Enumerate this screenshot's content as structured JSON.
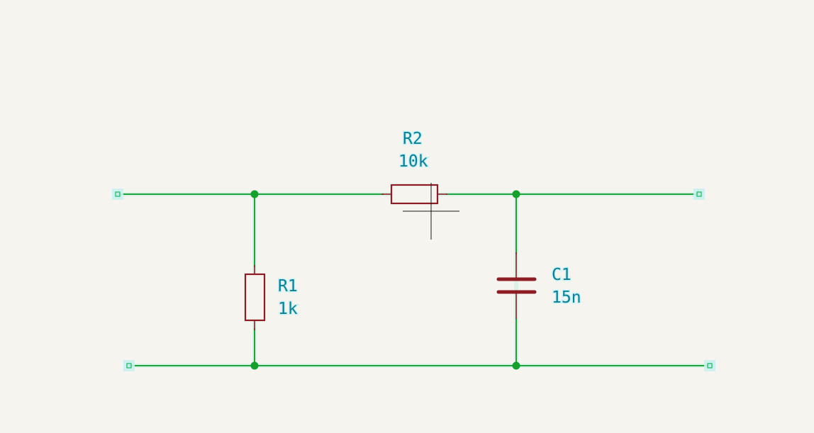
{
  "components": {
    "r1": {
      "ref": "R1",
      "value": "1k"
    },
    "r2": {
      "ref": "R2",
      "value": "10k"
    },
    "c1": {
      "ref": "C1",
      "value": "15n"
    }
  },
  "colors": {
    "background": "#f5f4ef",
    "wire": "#1fa23a",
    "junction": "#14a02c",
    "symbol_outline": "#8e1c24",
    "label_text": "#0a7f97"
  }
}
